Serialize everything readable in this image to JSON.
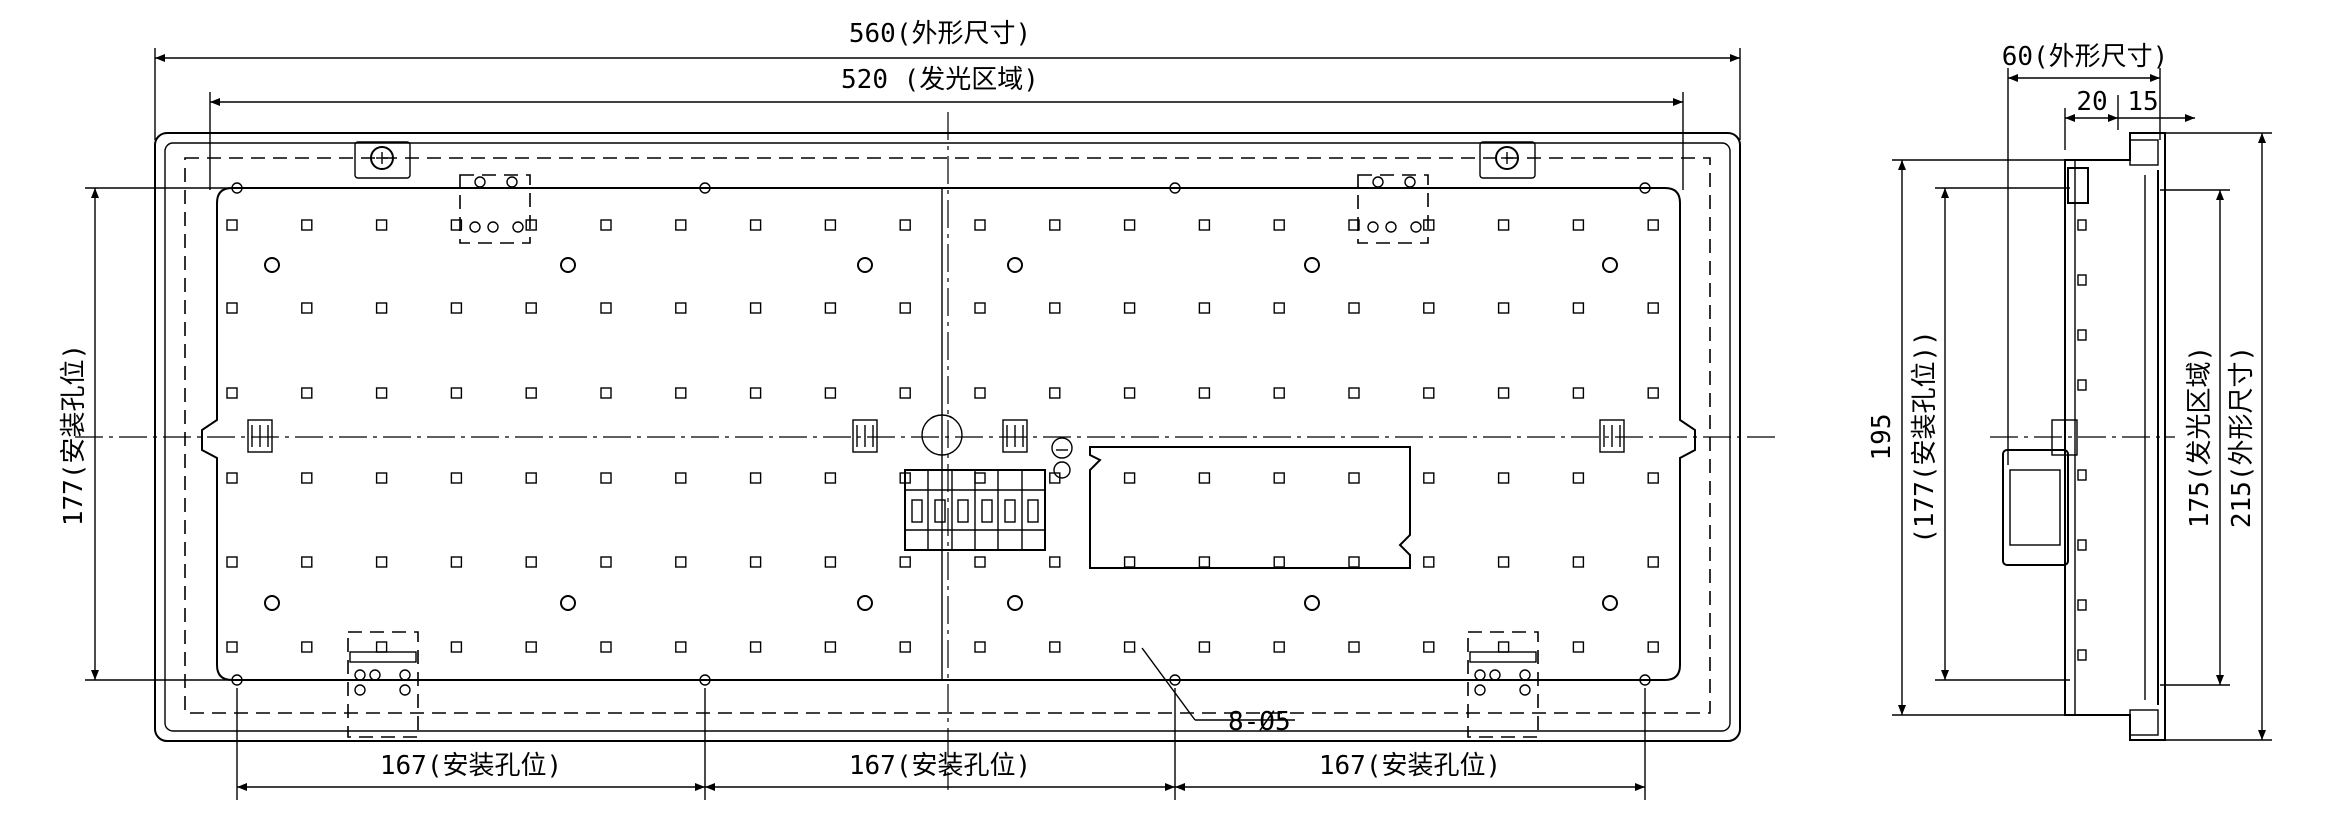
{
  "front_view": {
    "dim_overall_width": "560(外形尺寸)",
    "dim_emitting_width": "520 (发光区域)",
    "dim_mount_height": "177(安装孔位)",
    "dim_mount_spacing_1": "167(安装孔位)",
    "dim_mount_spacing_2": "167(安装孔位)",
    "dim_mount_spacing_3": "167(安装孔位)",
    "hole_callout": "8-Ø5"
  },
  "side_view": {
    "dim_overall_depth": "60(外形尺寸)",
    "dim_depth_a": "20",
    "dim_depth_b": "15",
    "dim_height_195": "195",
    "dim_mount_height": "(177(安装孔位))",
    "dim_emitting_height": "175(发光区域)",
    "dim_overall_height": "215(外形尺寸)"
  }
}
